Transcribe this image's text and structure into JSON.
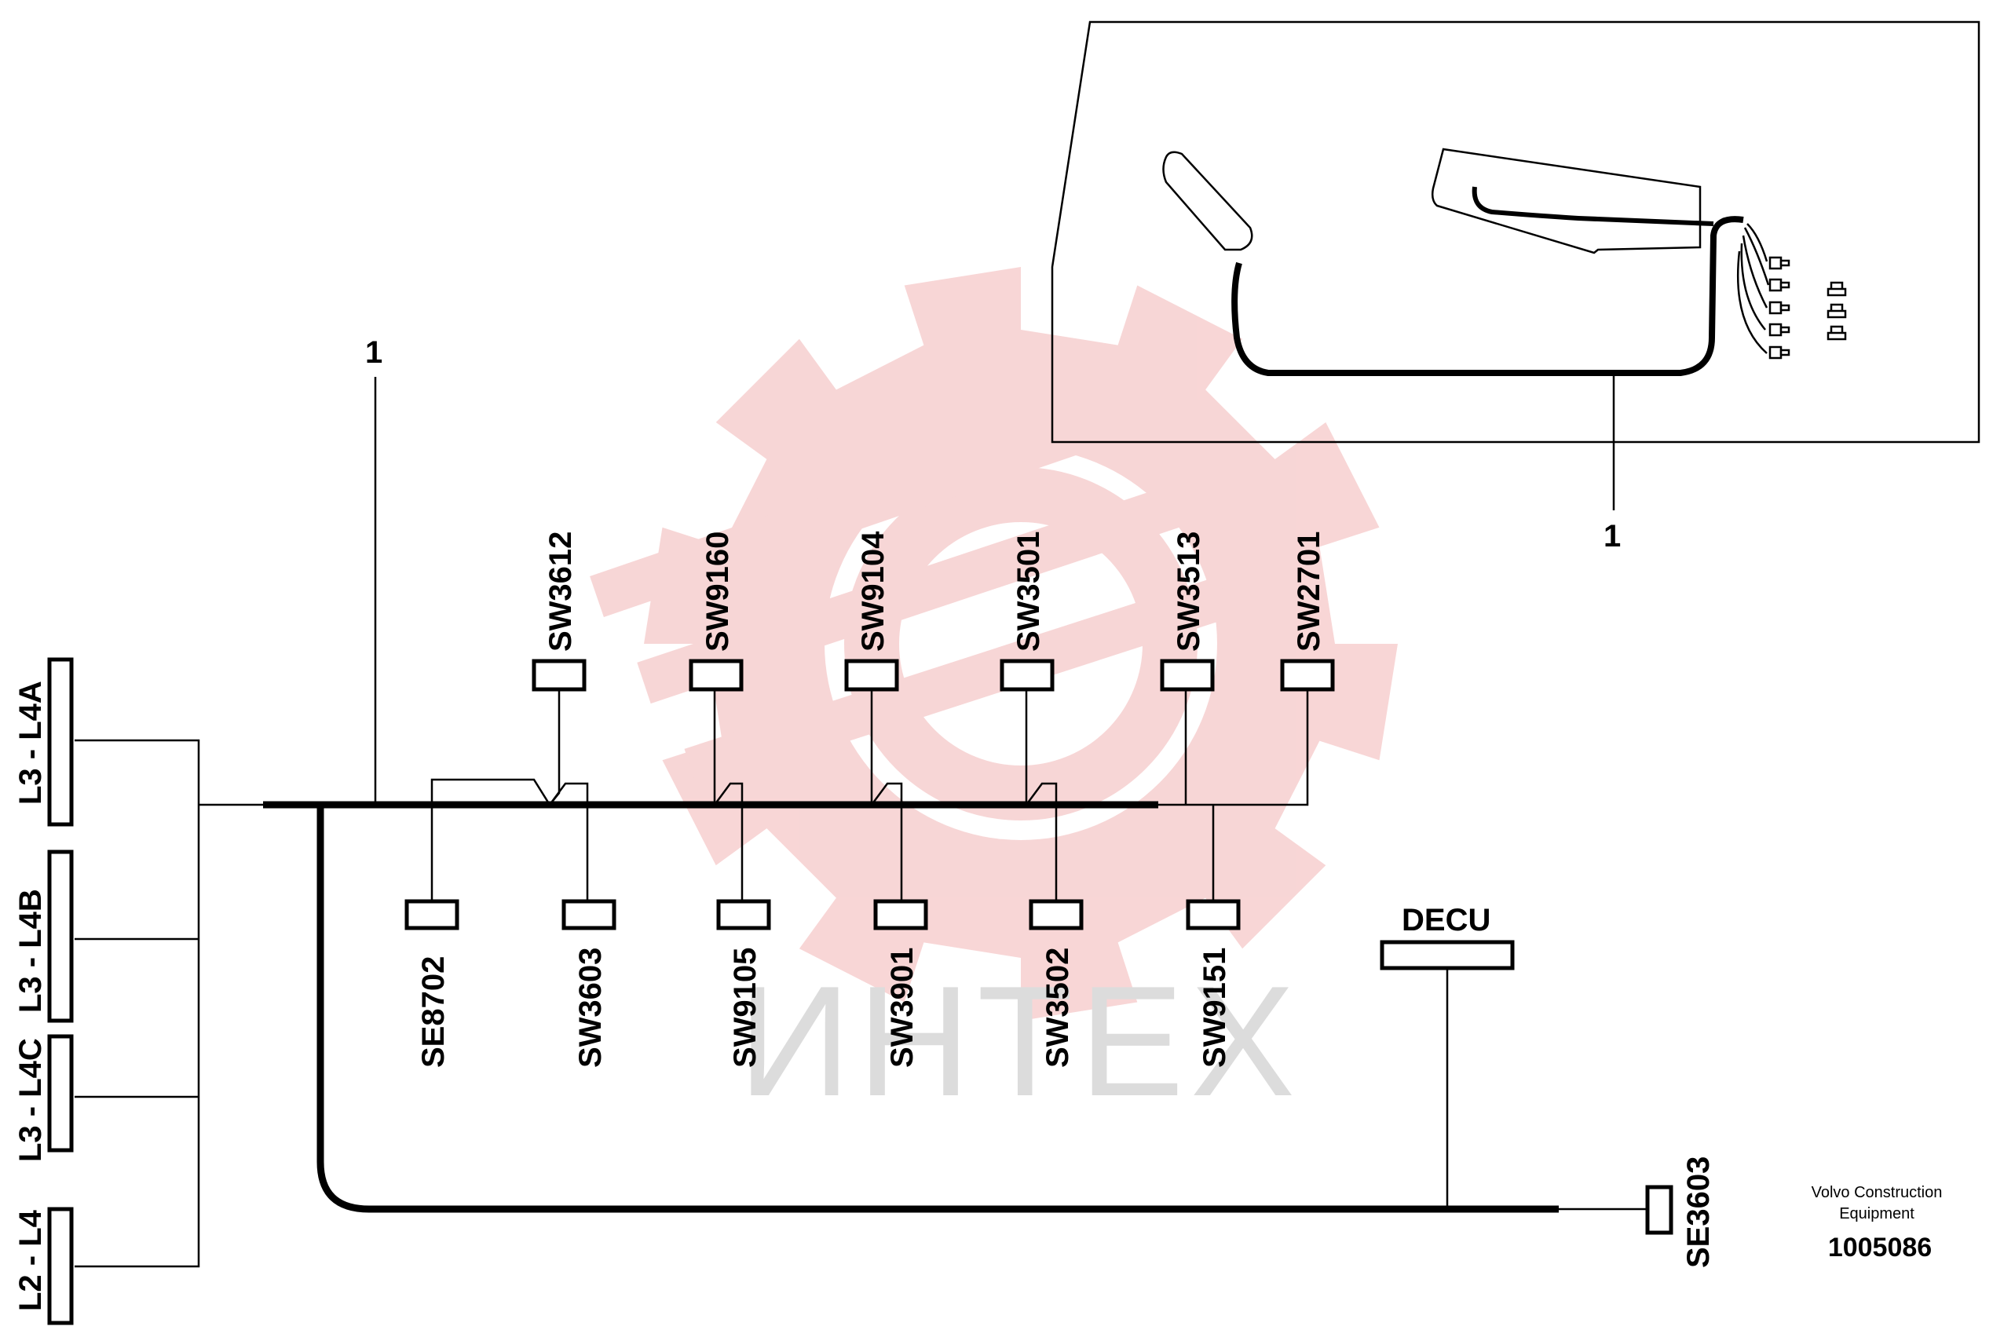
{
  "watermark": {
    "text": "ИНТЕХ",
    "color": "#f2b5b5"
  },
  "callouts": {
    "main": "1",
    "inset": "1"
  },
  "side_connectors": [
    {
      "id": "l3-l4a",
      "label": "L3 - L4A"
    },
    {
      "id": "l3-l4b",
      "label": "L3 - L4B"
    },
    {
      "id": "l3-l4c",
      "label": "L3 - L4C"
    },
    {
      "id": "l2-l4",
      "label": "L2 - L4"
    }
  ],
  "top_switches": [
    "SW3612",
    "SW9160",
    "SW9104",
    "SW3501",
    "SW3513",
    "SW2701"
  ],
  "bottom_switches": [
    "SE8702",
    "SW3603",
    "SW9105",
    "SW3901",
    "SW3502",
    "SW9151"
  ],
  "decu": {
    "label": "DECU"
  },
  "end_sensor": {
    "label": "SE3603"
  },
  "footer": {
    "company_line1": "Volvo Construction",
    "company_line2": "Equipment",
    "drawing_number": "1005086"
  }
}
